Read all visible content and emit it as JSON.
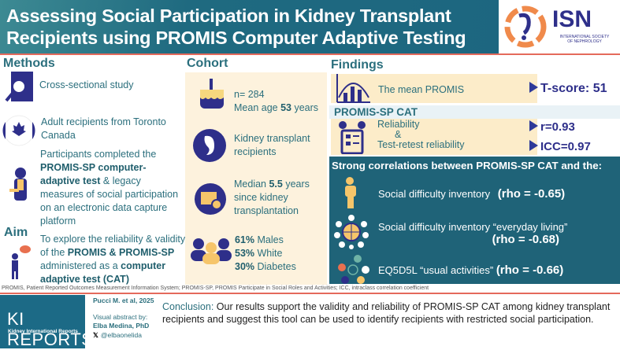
{
  "header": {
    "title_line1": "Assessing Social Participation in Kidney Transplant",
    "title_line2": "Recipients using PROMIS Computer Adaptive Testing",
    "logo_text": "ISN",
    "logo_subtitle": "INTERNATIONAL SOCIETY OF NEPHROLOGY"
  },
  "methods": {
    "title": "Methods",
    "items": [
      "Cross-sectional study",
      "Adult recipients from Toronto Canada"
    ],
    "participants": {
      "t1": "Participants completed the ",
      "b1": "PROMIS-SP computer-adaptive test",
      "t2": " & legacy measures of social participation on an electronic data capture platform"
    }
  },
  "aim": {
    "title": "Aim",
    "t1": "To explore the reliability & validity of the ",
    "b1": "PROMIS & PROMIS-SP",
    "t2": " administered as a ",
    "b2": "computer adaptive test (CAT)"
  },
  "cohort": {
    "title": "Cohort",
    "n": "n= 284",
    "age_pre": "Mean age ",
    "age_val": "53",
    "age_post": " years",
    "recipients": "Kidney transplant recipients",
    "median_pre": "Median ",
    "median_val": "5.5",
    "median_post": " years since kidney transplantation",
    "demographics": [
      {
        "pct": "61%",
        "label": " Males"
      },
      {
        "pct": "53%",
        "label": " White"
      },
      {
        "pct": "30%",
        "label": " Diabetes"
      }
    ]
  },
  "findings": {
    "title": "Findings",
    "mean_label": "The mean PROMIS",
    "mean_value": "T-score: 51",
    "cat_title": "PROMIS-SP CAT",
    "reliability": "Reliability",
    "amp": "&",
    "retest": "Test-retest reliability",
    "r": "r=0.93",
    "icc": "ICC=0.97",
    "corr_title": "Strong correlations between PROMIS-SP CAT and the:",
    "correlations": [
      {
        "label": "Social difficulty inventory",
        "rho": "(rho = -0.65)"
      },
      {
        "label": "Social difficulty inventory “everyday living”",
        "rho": "(rho = -0.68)"
      },
      {
        "label": "EQ5D5L “usual activities”",
        "rho": "(rho = -0.66)"
      }
    ]
  },
  "footnote": "PROMIS, Patient Reported Outcomes Measurement Information System; PROMIS-SP, PROMIS Participate in Social Roles and Activities; ICC, intraclass correlation coefficient",
  "footer": {
    "journal": "KI REPORTS",
    "journal_sub": "Kidney International Reports",
    "citation": "Pucci M. et al, 2025",
    "by_label": "Visual abstract by:",
    "author": "Elba Medina, PhD",
    "handle": "@elbaonelida",
    "conclusion_label": "Conclusion:",
    "conclusion": " Our results support the validity and reliability of PROMIS-SP CAT among kidney transplant recipients and suggest this tool can be used to identify recipients with restricted social participation."
  },
  "colors": {
    "header": "#1f6a80",
    "accent_text": "#2b6f7d",
    "navy": "#2e2f8a",
    "cream": "#fdf2dd",
    "panel": "#1f6378",
    "red": "#e46a5c"
  }
}
